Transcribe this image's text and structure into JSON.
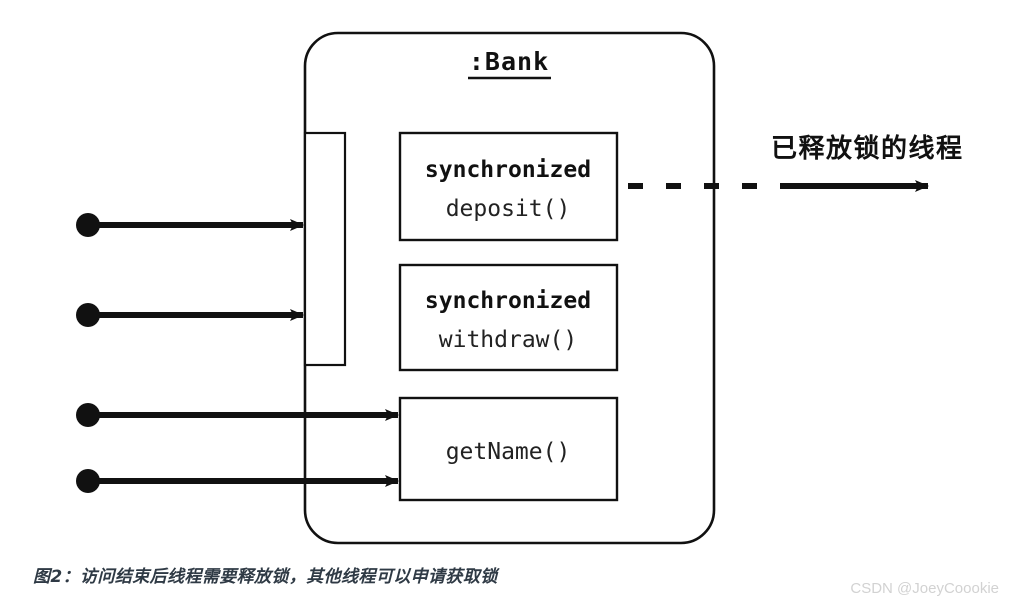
{
  "diagram": {
    "class_box": {
      "title": ":Bank",
      "lock_bar": {
        "name": "lock-bar",
        "label": ""
      },
      "methods": [
        {
          "modifier": "synchronized",
          "name": "deposit()"
        },
        {
          "modifier": "synchronized",
          "name": "withdraw()"
        },
        {
          "modifier": "",
          "name": "getName()"
        }
      ]
    },
    "released_thread_label": "已释放锁的线程",
    "incoming_threads": [
      {
        "target": "lock-bar"
      },
      {
        "target": "lock-bar"
      },
      {
        "target": "getName"
      },
      {
        "target": "getName"
      }
    ]
  },
  "caption": "图2：访问结束后线程需要释放锁，其他线程可以申请获取锁",
  "watermark": "CSDN @JoeyCoookie",
  "colors": {
    "ink": "#111111",
    "background": "#ffffff",
    "caption": "#2f3a45",
    "watermark": "#d2d2d2"
  }
}
